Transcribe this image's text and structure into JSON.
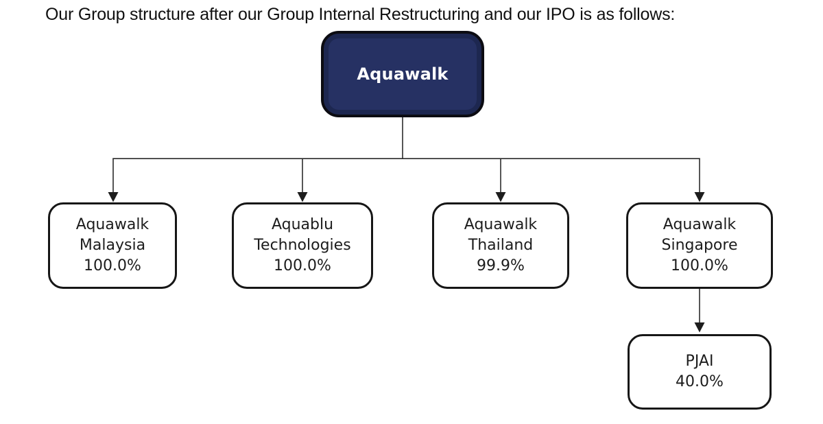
{
  "page": {
    "title": "Our Group structure after our Group Internal Restructuring and our IPO is as follows:"
  },
  "chart": {
    "type": "org-chart",
    "root": {
      "name": "Aquawalk"
    },
    "subsidiaries": [
      {
        "name": "Aquawalk Malaysia",
        "ownership": "100.0%",
        "parent": "Aquawalk"
      },
      {
        "name": "Aquablu Technologies",
        "ownership": "100.0%",
        "parent": "Aquawalk"
      },
      {
        "name": "Aquawalk Thailand",
        "ownership": "99.9%",
        "parent": "Aquawalk"
      },
      {
        "name": "Aquawalk Singapore",
        "ownership": "100.0%",
        "parent": "Aquawalk"
      }
    ],
    "sub_subsidiaries": [
      {
        "name": "PJAI",
        "ownership": "40.0%",
        "parent": "Aquawalk Singapore"
      }
    ],
    "colors": {
      "root_fill": "#263163",
      "root_fill_dark": "#1d2750",
      "root_border": "#0c0c12",
      "box_border": "#161616",
      "line_color": "#2b2b2b",
      "text_color": "#1c1c1c",
      "title_color": "#101010"
    }
  }
}
